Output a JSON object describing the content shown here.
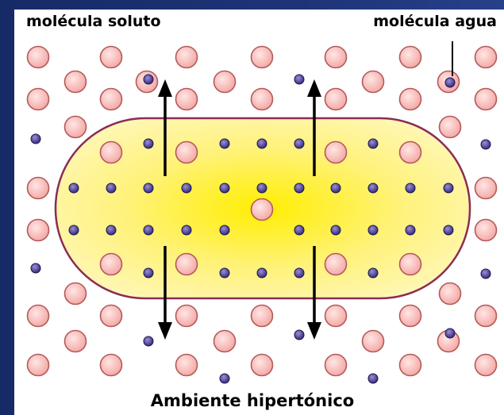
{
  "labels": {
    "solute": "molécula soluto",
    "water": "molécula agua",
    "caption": "Ambiente hipertónico"
  },
  "colors": {
    "background": "#1b2f6e",
    "solute_fill": "#f8c2c0",
    "solute_stroke": "#b35a5a",
    "water_fill": "#4a3c8c",
    "cell_fill": "#fff27a",
    "cell_center": "#ffee00",
    "cell_stroke": "#8b2c55",
    "arrow": "#000000"
  },
  "icons": [
    "solute-molecule-icon",
    "water-molecule-icon",
    "arrow-up-icon",
    "arrow-down-icon"
  ]
}
